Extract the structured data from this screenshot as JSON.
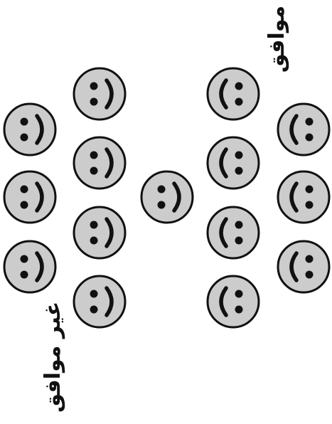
{
  "labels": {
    "agree": "موافق",
    "disagree": "غير موافق"
  },
  "colors": {
    "face_fill": "#cccccc",
    "face_stroke": "#111111",
    "feature": "#111111"
  },
  "icons": {
    "smiley": "smiley-face-icon",
    "frown": "frown-face-icon"
  },
  "groups": {
    "disagree_count": 7,
    "neutral_count": 1,
    "agree_count": 7
  }
}
